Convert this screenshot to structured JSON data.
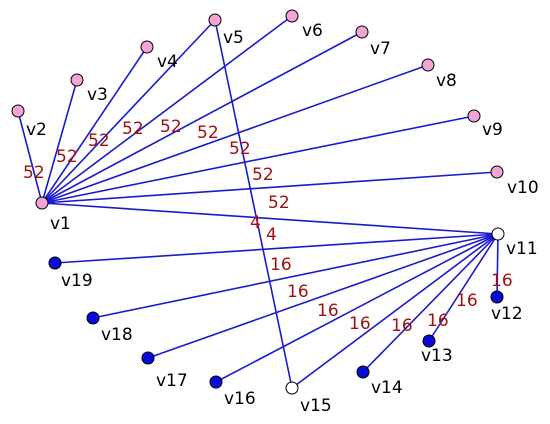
{
  "colors": {
    "edge": "#1a1ad0",
    "weight_text": "#a01010",
    "pink_node": "#f4a4d4",
    "blue_node": "#0a0ad8",
    "white_node": "#ffffff"
  },
  "nodes": [
    {
      "id": "v1",
      "label": "v1",
      "fill": "pink"
    },
    {
      "id": "v2",
      "label": "v2",
      "fill": "pink"
    },
    {
      "id": "v3",
      "label": "v3",
      "fill": "pink"
    },
    {
      "id": "v4",
      "label": "v4",
      "fill": "pink"
    },
    {
      "id": "v5",
      "label": "v5",
      "fill": "pink"
    },
    {
      "id": "v6",
      "label": "v6",
      "fill": "pink"
    },
    {
      "id": "v7",
      "label": "v7",
      "fill": "pink"
    },
    {
      "id": "v8",
      "label": "v8",
      "fill": "pink"
    },
    {
      "id": "v9",
      "label": "v9",
      "fill": "pink"
    },
    {
      "id": "v10",
      "label": "v10",
      "fill": "pink"
    },
    {
      "id": "v11",
      "label": "v11",
      "fill": "white"
    },
    {
      "id": "v12",
      "label": "v12",
      "fill": "blue"
    },
    {
      "id": "v13",
      "label": "v13",
      "fill": "blue"
    },
    {
      "id": "v14",
      "label": "v14",
      "fill": "blue"
    },
    {
      "id": "v15",
      "label": "v15",
      "fill": "white"
    },
    {
      "id": "v16",
      "label": "v16",
      "fill": "blue"
    },
    {
      "id": "v17",
      "label": "v17",
      "fill": "blue"
    },
    {
      "id": "v18",
      "label": "v18",
      "fill": "blue"
    },
    {
      "id": "v19",
      "label": "v19",
      "fill": "blue"
    }
  ],
  "edges": [
    {
      "from": "v1",
      "to": "v2",
      "weight": "52"
    },
    {
      "from": "v1",
      "to": "v3",
      "weight": "52"
    },
    {
      "from": "v1",
      "to": "v4",
      "weight": "52"
    },
    {
      "from": "v1",
      "to": "v5",
      "weight": "52"
    },
    {
      "from": "v1",
      "to": "v6",
      "weight": "52"
    },
    {
      "from": "v1",
      "to": "v7",
      "weight": "52"
    },
    {
      "from": "v1",
      "to": "v8",
      "weight": "52"
    },
    {
      "from": "v1",
      "to": "v9",
      "weight": "52"
    },
    {
      "from": "v1",
      "to": "v10",
      "weight": "52"
    },
    {
      "from": "v1",
      "to": "v11",
      "weight": "4"
    },
    {
      "from": "v5",
      "to": "v15",
      "weight": "4"
    },
    {
      "from": "v11",
      "to": "v19",
      "weight": "16"
    },
    {
      "from": "v11",
      "to": "v18",
      "weight": "16"
    },
    {
      "from": "v11",
      "to": "v17",
      "weight": "16"
    },
    {
      "from": "v11",
      "to": "v16",
      "weight": "16"
    },
    {
      "from": "v11",
      "to": "v15",
      "weight": "16"
    },
    {
      "from": "v11",
      "to": "v14",
      "weight": "16"
    },
    {
      "from": "v11",
      "to": "v13",
      "weight": "16"
    },
    {
      "from": "v11",
      "to": "v12",
      "weight": "16"
    }
  ]
}
